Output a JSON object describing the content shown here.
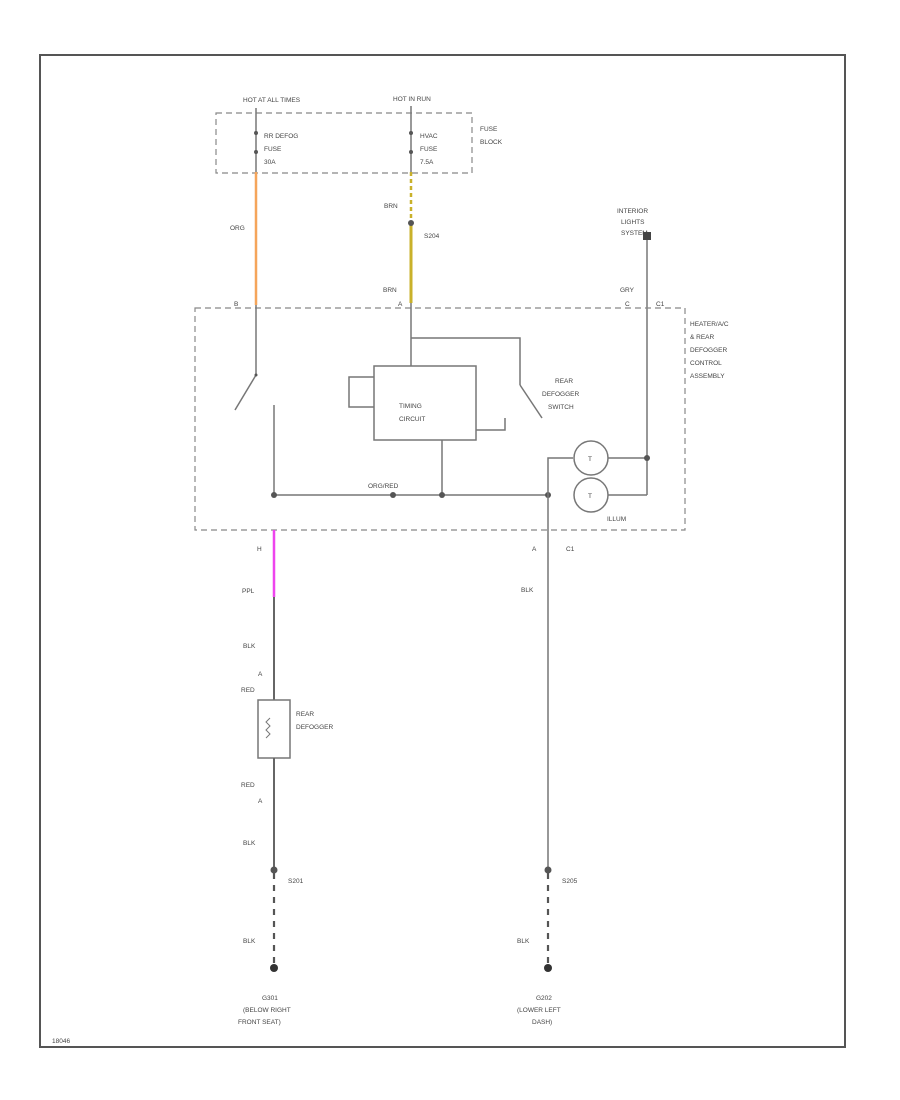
{
  "colors": {
    "orange_wire": "#f5a55a",
    "yellow_wire": "#c9b12a",
    "magenta_wire": "#ee44ee",
    "line": "#666666"
  },
  "fuse_block": {
    "hot_left": "HOT AT ALL TIMES",
    "hot_right": "HOT IN RUN",
    "fuse_left": [
      "RR DEFOG",
      "FUSE",
      "30A"
    ],
    "fuse_right": [
      "HVAC",
      "FUSE",
      "7.5A"
    ],
    "label": [
      "FUSE",
      "BLOCK"
    ]
  },
  "wires": {
    "org": "ORG",
    "brn_top": "BRN",
    "brn_bottom": "BRN",
    "s204": "S204",
    "gry": "GRY",
    "ppl": "PPL",
    "blk_1": "BLK",
    "red_1": "RED",
    "red_2": "RED",
    "blk_2": "BLK",
    "blk_3": "BLK",
    "blk_right": "BLK",
    "blk_right_2": "BLK",
    "org_red": "ORG/RED"
  },
  "connectors": {
    "left_top": "B",
    "mid_top": "A",
    "right_top": "C",
    "right_top_id": "C1",
    "bottom_left": "H",
    "bottom_right": "A",
    "bottom_right_id": "C1",
    "defogger_top": "A",
    "defogger_bottom": "A"
  },
  "components": {
    "interior_lights": [
      "INTERIOR",
      "LIGHTS",
      "SYSTEM"
    ],
    "assembly": [
      "HEATER/A/C",
      "& REAR",
      "DEFOGGER",
      "CONTROL",
      "ASSEMBLY"
    ],
    "timing_circuit": [
      "TIMING",
      "CIRCUIT"
    ],
    "rear_defogger_switch": [
      "REAR",
      "DEFOGGER",
      "SWITCH"
    ],
    "illum": "ILLUM",
    "rear_defogger": [
      "REAR",
      "DEFOGGER"
    ]
  },
  "splices": {
    "s201": "S201",
    "s205": "S205"
  },
  "grounds": {
    "g301": [
      "G301",
      "(BELOW RIGHT",
      "FRONT SEAT)"
    ],
    "g202": [
      "G202",
      "(LOWER LEFT",
      "DASH)"
    ]
  },
  "footer_id": "18046"
}
